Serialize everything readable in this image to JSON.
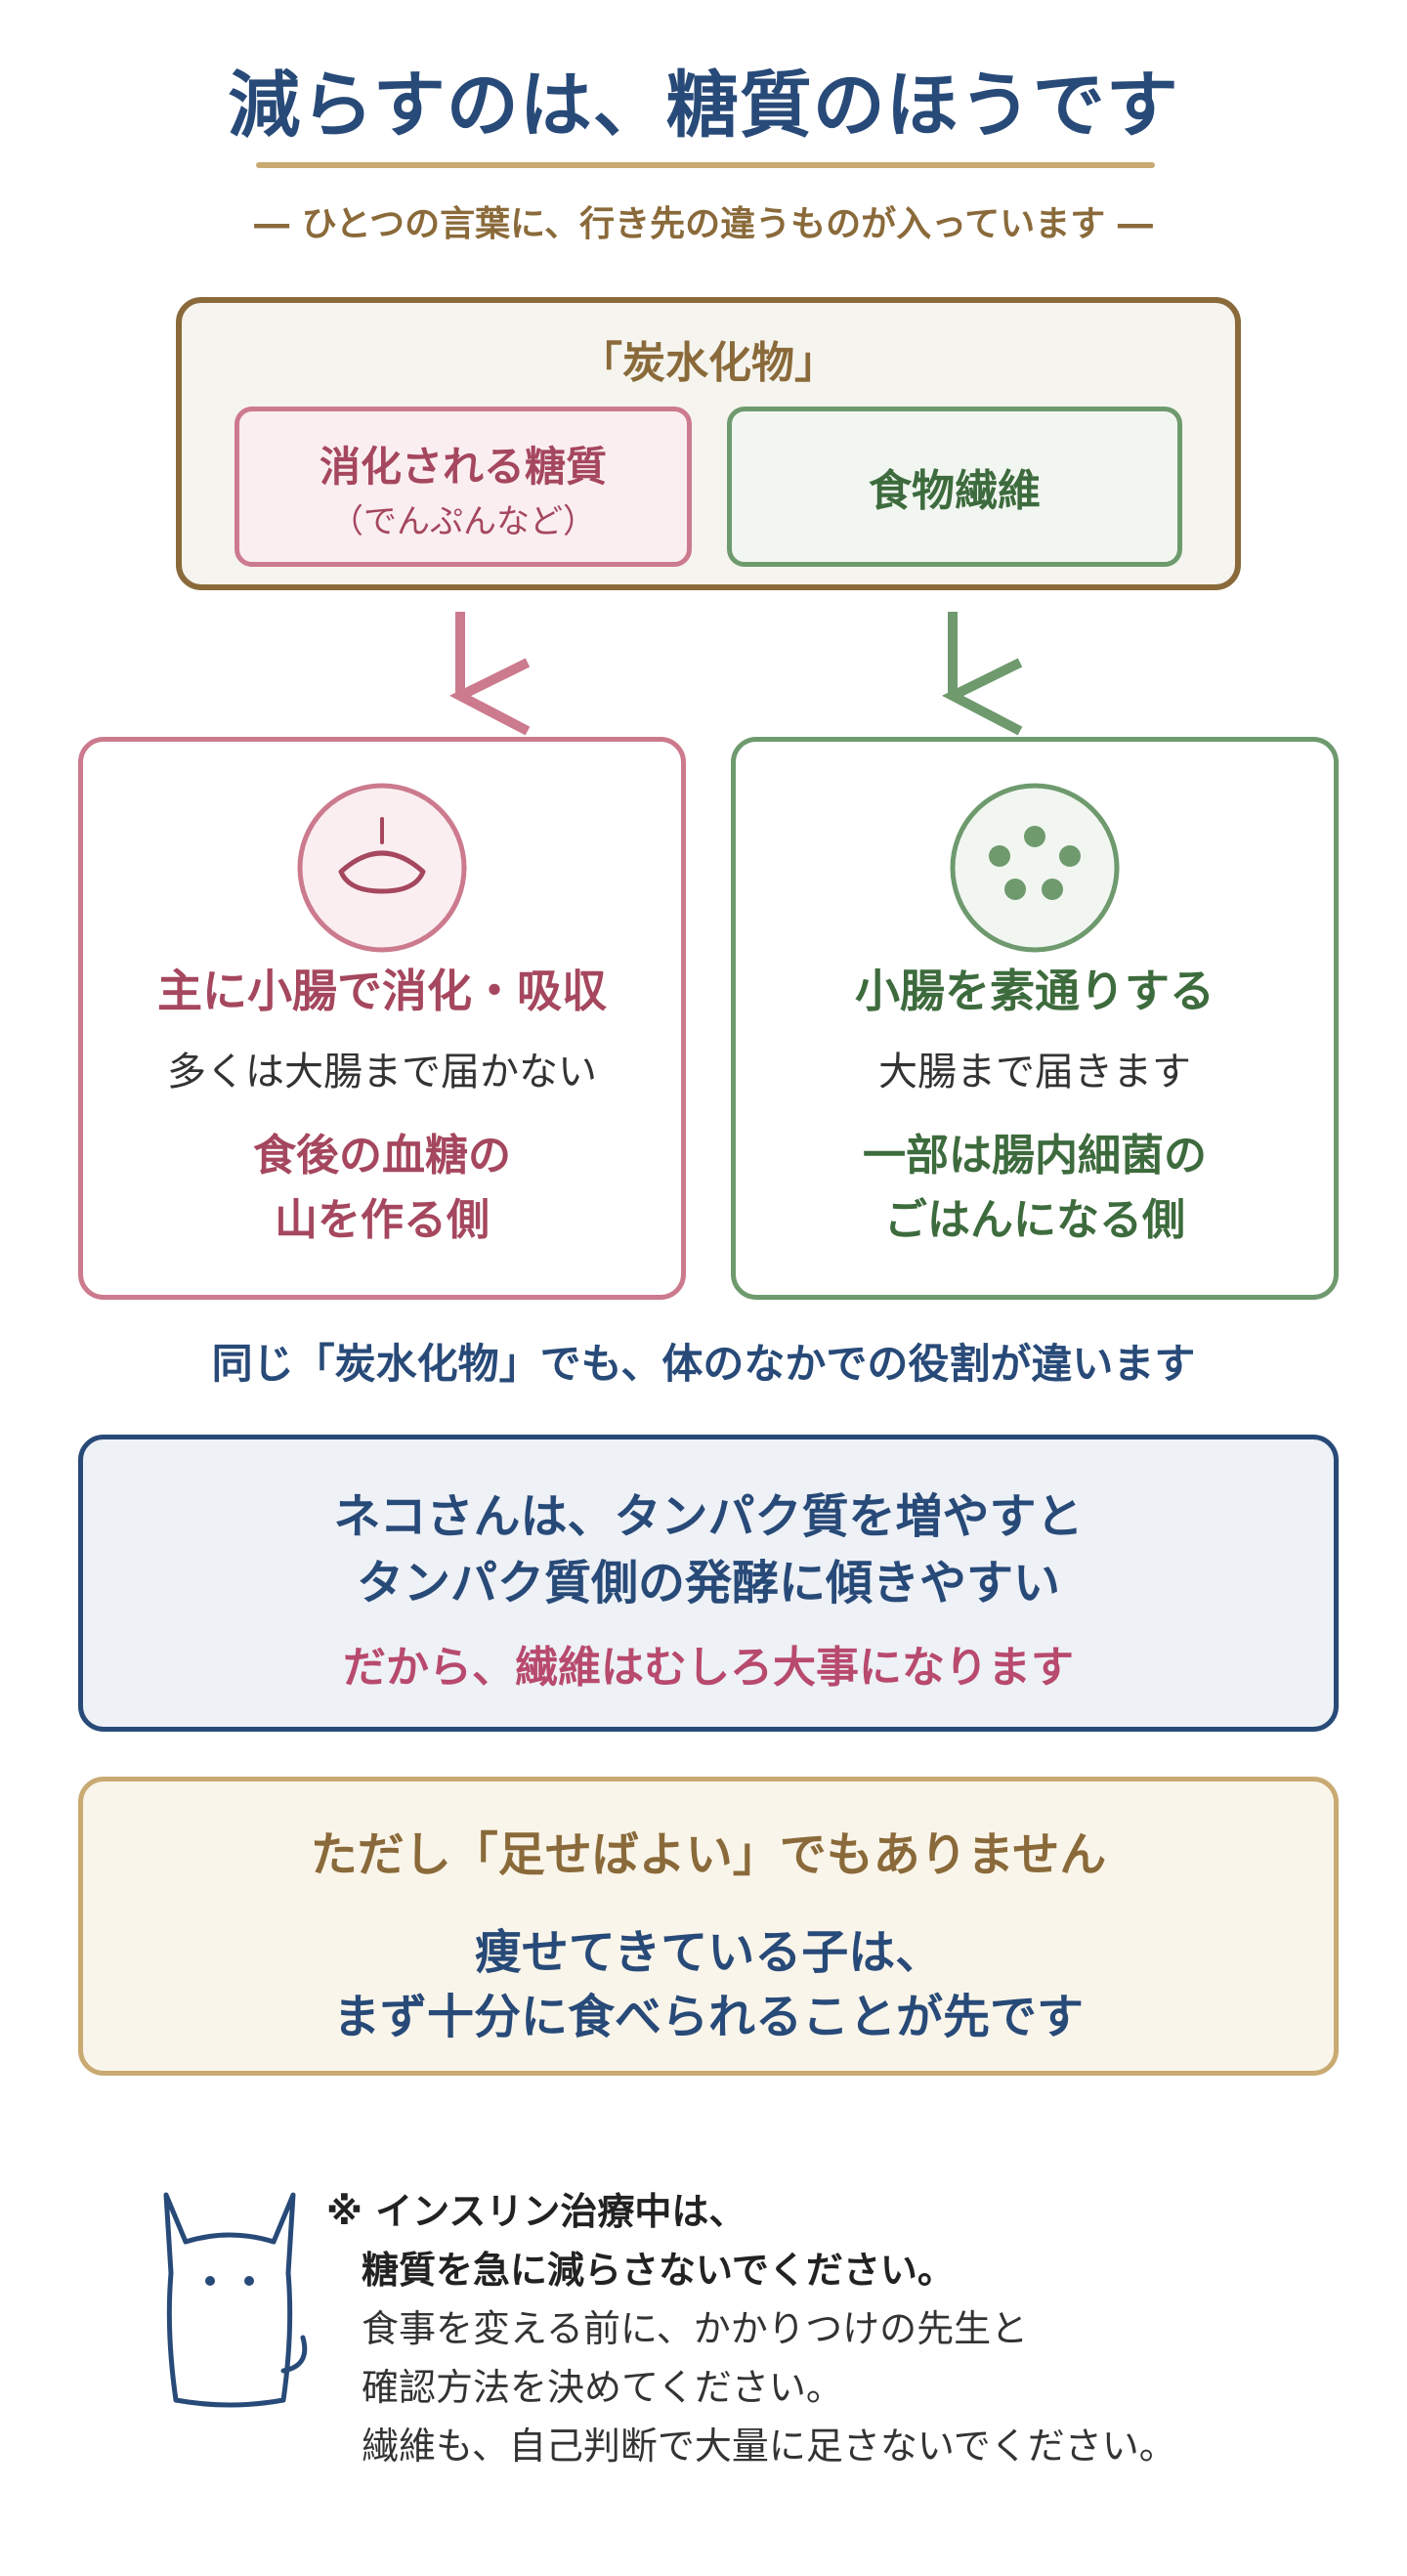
{
  "title": "減らすのは、糖質のほうです",
  "subtitle": "― ひとつの言葉に、行き先の違うものが入っています ―",
  "carb": {
    "label": "「炭水化物」",
    "digestible": {
      "label": "消化される糖質",
      "note": "（でんぷんなど）"
    },
    "fiber": {
      "label": "食物繊維"
    }
  },
  "left_card": {
    "icon": "bowl-icon",
    "title": "主に小腸で消化・吸収",
    "desc": "多くは大腸まで届かない",
    "emph_line1": "食後の血糖の",
    "emph_line2": "山を作る側"
  },
  "right_card": {
    "icon": "bacteria-dots-icon",
    "title": "小腸を素通りする",
    "desc": "大腸まで届きます",
    "emph_line1": "一部は腸内細菌の",
    "emph_line2": "ごはんになる側"
  },
  "role_note": "同じ「炭水化物」でも、体のなかでの役割が違います",
  "cat_box": {
    "line1": "ネコさんは、タンパク質を増やすと",
    "line2": "タンパク質側の発酵に傾きやすい",
    "emph": "だから、繊維はむしろ大事になります"
  },
  "caution_box": {
    "head": "ただし「足せばよい」でもありません",
    "line1": "痩せてきている子は、",
    "line2": "まず十分に食べられることが先です"
  },
  "footnote": {
    "icon": "cat-outline-icon",
    "line1": "※ インスリン治療中は、",
    "line2": "糖質を急に減らさないでください。",
    "line3": "食事を変える前に、かかりつけの先生と",
    "line4": "確認方法を決めてください。",
    "line5": "繊維も、自己判断で大量に足さないでください。"
  },
  "colors": {
    "navy": "#284a78",
    "gold": "#c8aa72",
    "brown": "#8a6a3a",
    "pink": "#cc7a8e",
    "pink_text": "#a5475e",
    "green": "#6e9a6e",
    "green_text": "#3d6b3d",
    "magenta": "#b84a6e"
  }
}
